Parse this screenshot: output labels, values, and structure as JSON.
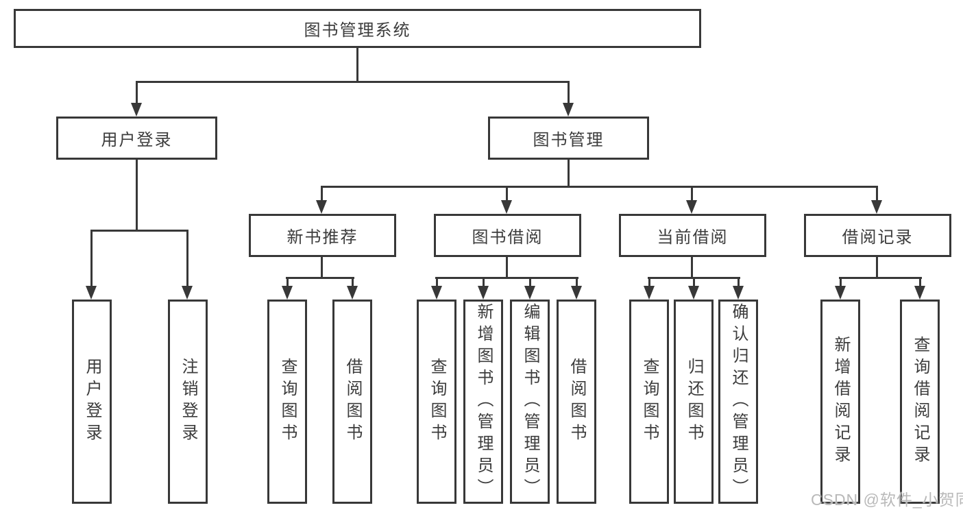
{
  "diagram_title": "图书管理系统",
  "tree": {
    "root": "图书管理系统",
    "level2": [
      "用户登录",
      "图书管理"
    ],
    "level3": [
      "新书推荐",
      "图书借阅",
      "当前借阅",
      "借阅记录"
    ],
    "leaves": {
      "user_login": [
        "用户登录",
        "注销登录"
      ],
      "new_book": [
        "查询图书",
        "借阅图书"
      ],
      "book_borrow": [
        "查询图书",
        "新增图书（管理员）",
        "编辑图书（管理员）",
        "借阅图书"
      ],
      "current_borrow": [
        "查询图书",
        "归还图书",
        "确认归还（管理员）"
      ],
      "borrow_records": [
        "新增借阅记录",
        "查询借阅记录"
      ]
    }
  },
  "watermark": "CSDN @软件_小贺同学",
  "colors": {
    "line": "#383838",
    "box_border": "#383838",
    "text": "#3c3c3c",
    "watermark": "#b9b9b9",
    "background": "#ffffff"
  }
}
